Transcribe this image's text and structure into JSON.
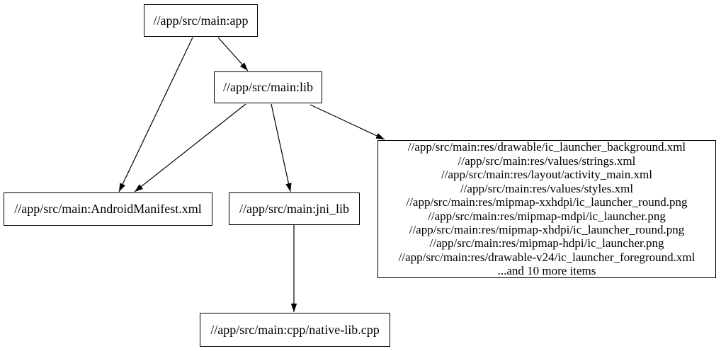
{
  "diagram": {
    "type": "dependency-graph",
    "background_color": "#ffffff",
    "node_border_color": "#000000",
    "text_color": "#000000",
    "edge_color": "#000000",
    "nodes": {
      "app": {
        "label": "//app/src/main:app"
      },
      "lib": {
        "label": "//app/src/main:lib"
      },
      "manifest": {
        "label": "//app/src/main:AndroidManifest.xml"
      },
      "jni_lib": {
        "label": "//app/src/main:jni_lib"
      },
      "res_files": {
        "lines": [
          "//app/src/main:res/drawable/ic_launcher_background.xml",
          "//app/src/main:res/values/strings.xml",
          "//app/src/main:res/layout/activity_main.xml",
          "//app/src/main:res/values/styles.xml",
          "//app/src/main:res/mipmap-xxhdpi/ic_launcher_round.png",
          "//app/src/main:res/mipmap-mdpi/ic_launcher.png",
          "//app/src/main:res/mipmap-xhdpi/ic_launcher_round.png",
          "//app/src/main:res/mipmap-hdpi/ic_launcher.png",
          "//app/src/main:res/drawable-v24/ic_launcher_foreground.xml",
          "...and 10 more items"
        ]
      },
      "cpp": {
        "label": "//app/src/main:cpp/native-lib.cpp"
      }
    },
    "edges": [
      {
        "from": "app",
        "to": "lib"
      },
      {
        "from": "app",
        "to": "manifest"
      },
      {
        "from": "lib",
        "to": "manifest"
      },
      {
        "from": "lib",
        "to": "jni_lib"
      },
      {
        "from": "lib",
        "to": "res_files"
      },
      {
        "from": "jni_lib",
        "to": "cpp"
      }
    ]
  }
}
